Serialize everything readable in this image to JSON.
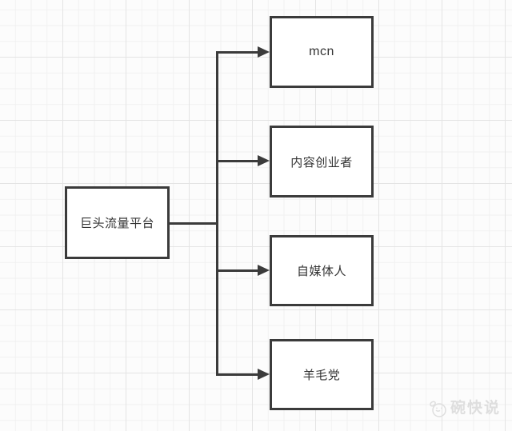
{
  "diagram": {
    "type": "flowchart",
    "direction": "left-to-right",
    "root": {
      "label": "巨头流量平台"
    },
    "children": [
      {
        "label": "mcn"
      },
      {
        "label": "内容创业者"
      },
      {
        "label": "自媒体人"
      },
      {
        "label": "羊毛党"
      }
    ],
    "edges": [
      {
        "from": "巨头流量平台",
        "to": "mcn"
      },
      {
        "from": "巨头流量平台",
        "to": "内容创业者"
      },
      {
        "from": "巨头流量平台",
        "to": "自媒体人"
      },
      {
        "from": "巨头流量平台",
        "to": "羊毛党"
      }
    ]
  },
  "watermark": {
    "text": "碗快说"
  },
  "colors": {
    "stroke": "#3b3b3b",
    "node_fill": "#ffffff",
    "text": "#333333",
    "background": "#fcfcfc",
    "grid_minor": "#f1f1f1",
    "grid_major": "#e4e4e4",
    "watermark": "#dedede"
  }
}
